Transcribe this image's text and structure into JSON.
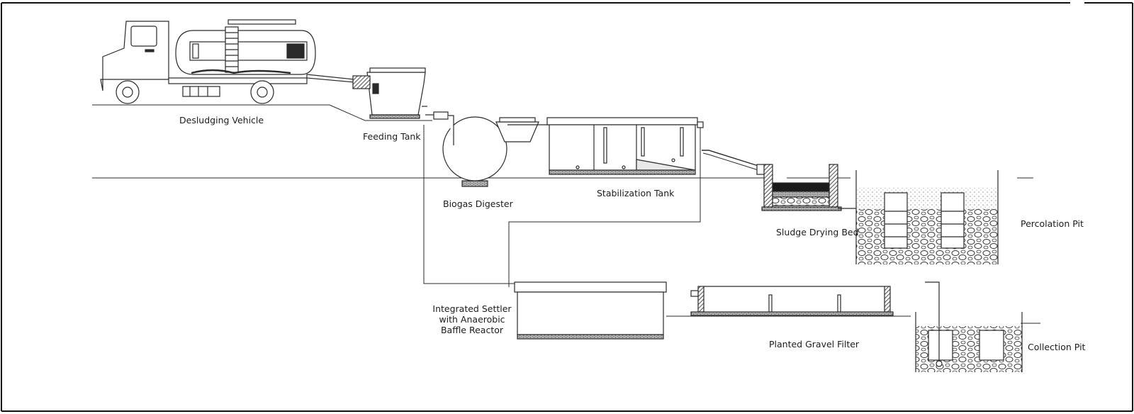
{
  "labels": {
    "desludging_vehicle": "Desludging Vehicle",
    "feeding_tank": "Feeding Tank",
    "biogas_digester": "Biogas Digester",
    "stabilization_tank": "Stabilization Tank",
    "sludge_drying_bed": "Sludge Drying Bed",
    "percolation_pit": "Percolation Pit",
    "integrated_settler_line1": "Integrated Settler",
    "integrated_settler_line2": "with Anaerobic",
    "integrated_settler_line3": "Baffle Reactor",
    "planted_gravel_filter": "Planted Gravel Filter",
    "collection_pit": "Collection Pit"
  },
  "colors": {
    "line": "#2a2a2a",
    "frame": "#111111",
    "fill_dark": "#1a1a1a",
    "fill_light": "#ffffff",
    "gravel": "#777777"
  }
}
